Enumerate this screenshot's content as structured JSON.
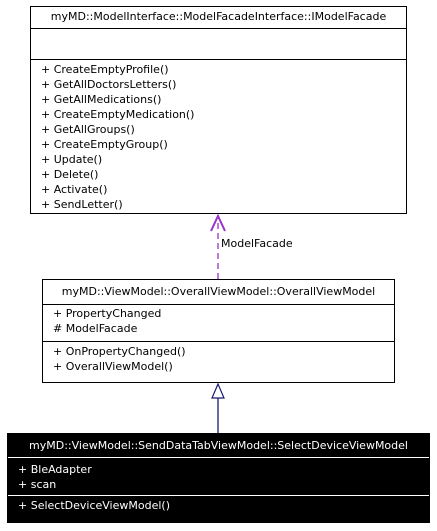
{
  "classes": {
    "imodelfacade": {
      "name": "myMD::ModelInterface::ModelFacadeInterface::IModelFacade",
      "attributes": [],
      "methods": [
        "+ CreateEmptyProfile()",
        "+ GetAllDoctorsLetters()",
        "+ GetAllMedications()",
        "+ CreateEmptyMedication()",
        "+ GetAllGroups()",
        "+ CreateEmptyGroup()",
        "+ Update()",
        "+ Delete()",
        "+ Activate()",
        "+ SendLetter()"
      ]
    },
    "overall": {
      "name": "myMD::ViewModel::OverallViewModel::OverallViewModel",
      "attributes": [
        "+ PropertyChanged",
        "# ModelFacade"
      ],
      "methods": [
        "+ OnPropertyChanged()",
        "+ OverallViewModel()"
      ]
    },
    "selected": {
      "name": "myMD::ViewModel::SendDataTabViewModel::SelectDeviceViewModel",
      "attributes": [
        "+ BleAdapter",
        "+ scan"
      ],
      "methods": [
        "+ SelectDeviceViewModel()"
      ]
    }
  },
  "relations": {
    "association_label": "ModelFacade"
  },
  "colors": {
    "association": "#9a32cd",
    "inheritance": "#191970",
    "selected_background": "#000000",
    "selected_text": "#ffffff"
  }
}
